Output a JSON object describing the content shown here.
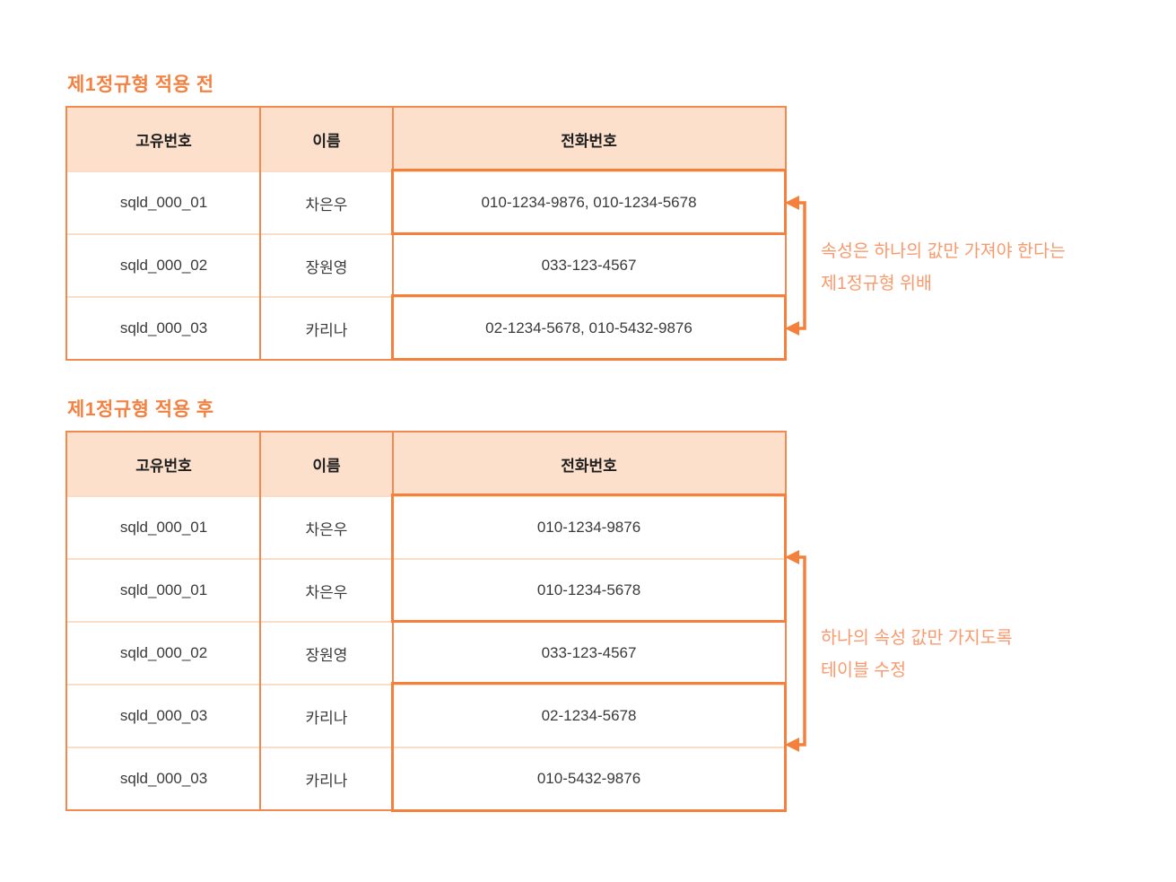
{
  "colors": {
    "accent_orange": "#F5803C",
    "table_border_orange": "#F28A50",
    "row_divider_pale": "#FBDCC4",
    "header_fill": "#FCE0CB",
    "title_orange": "#F4813F",
    "annotation_orange": "#F99A6E",
    "cell_text": "#3A3A3A"
  },
  "before": {
    "title": "제1정규형 적용 전",
    "columns": [
      "고유번호",
      "이름",
      "전화번호"
    ],
    "rows": [
      [
        "sqld_000_01",
        "차은우",
        "010-1234-9876, 010-1234-5678"
      ],
      [
        "sqld_000_02",
        "장원영",
        "033-123-4567"
      ],
      [
        "sqld_000_03",
        "카리나",
        "02-1234-5678, 010-5432-9876"
      ]
    ],
    "annotation_line1": "속성은 하나의 값만 가져야 한다는",
    "annotation_line2": "제1정규형 위배"
  },
  "after": {
    "title": "제1정규형 적용 후",
    "columns": [
      "고유번호",
      "이름",
      "전화번호"
    ],
    "rows": [
      [
        "sqld_000_01",
        "차은우",
        "010-1234-9876"
      ],
      [
        "sqld_000_01",
        "차은우",
        "010-1234-5678"
      ],
      [
        "sqld_000_02",
        "장원영",
        "033-123-4567"
      ],
      [
        "sqld_000_03",
        "카리나",
        "02-1234-5678"
      ],
      [
        "sqld_000_03",
        "카리나",
        "010-5432-9876"
      ]
    ],
    "annotation_line1": "하나의 속성 값만 가지도록",
    "annotation_line2": "테이블 수정"
  }
}
